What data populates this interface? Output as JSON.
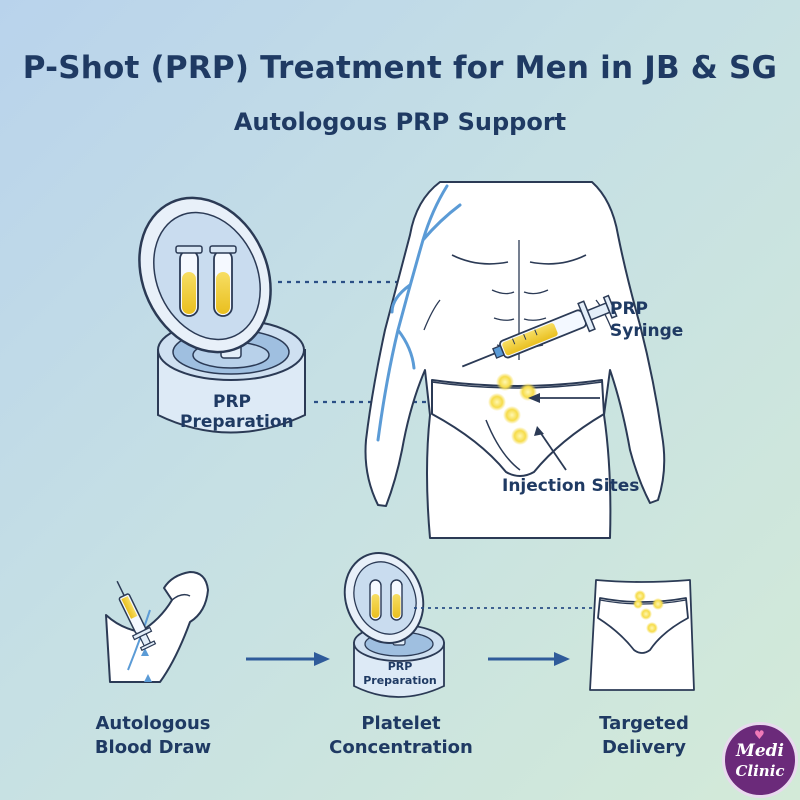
{
  "header": {
    "title": "P-Shot (PRP) Treatment for Men in JB & SG",
    "subtitle": "Autologous PRP Support"
  },
  "main_diagram": {
    "centrifuge_label_line1": "PRP",
    "centrifuge_label_line2": "Preparation",
    "syringe_label_line1": "PRP",
    "syringe_label_line2": "Syringe",
    "injection_sites_label": "Injection Sites"
  },
  "process_steps": [
    {
      "line1": "Autologous",
      "line2": "Blood Draw"
    },
    {
      "line1": "Platelet",
      "line2": "Concentration"
    },
    {
      "line1": "Targeted",
      "line2": "Delivery"
    }
  ],
  "small_centrifuge": {
    "line1": "PRP",
    "line2": "Preparation"
  },
  "logo": {
    "line1": "Medi",
    "line2": "Clinic"
  },
  "colors": {
    "title": "#1f3a63",
    "arrow": "#2f5b9a",
    "plasma": "#f2cf3a",
    "logo_bg": "#6b2a7a"
  }
}
